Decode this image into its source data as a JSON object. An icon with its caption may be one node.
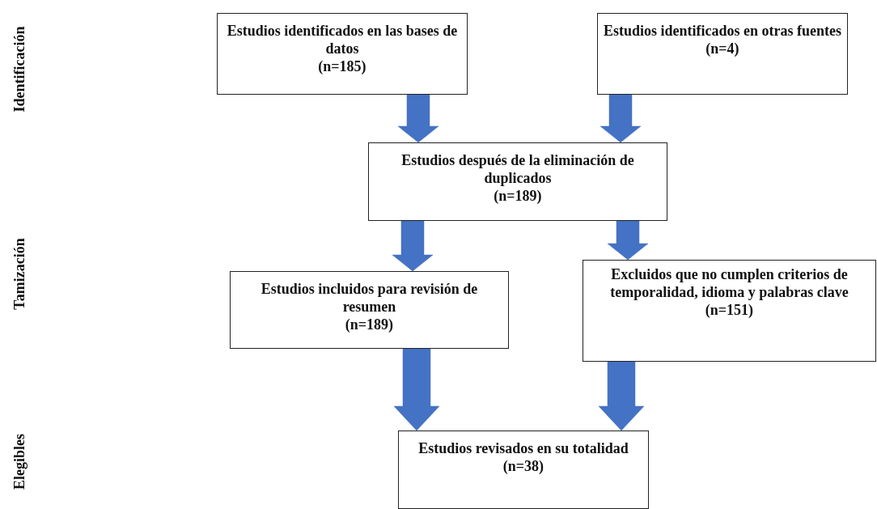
{
  "diagram": {
    "nodes": [
      {
        "text": [
          "Estudios identificados en las bases de datos",
          "(n=185)"
        ]
      },
      {
        "text": [
          "Estudios identificados en otras fuentes",
          "(n=4)"
        ]
      },
      {
        "text": [
          "Estudios después de la eliminación de duplicados",
          "(n=189)"
        ]
      },
      {
        "text": [
          "Estudios incluidos para revisión de resumen",
          "(n=189)"
        ]
      },
      {
        "text": [
          "Excluidos que no cumplen criterios de temporalidad, idioma y palabras clave",
          "(n=151)"
        ]
      },
      {
        "text": [
          "Estudios revisados en su totalidad",
          "(n=38)"
        ]
      }
    ],
    "edges": [
      {
        "from": 0,
        "to": 2,
        "arrow": "to"
      },
      {
        "from": 1,
        "to": 2,
        "arrow": "to"
      },
      {
        "from": 2,
        "to": 3,
        "arrow": "to"
      },
      {
        "from": 2,
        "to": 4,
        "arrow": "to"
      },
      {
        "from": 3,
        "to": 5,
        "arrow": "to"
      },
      {
        "from": 4,
        "to": 5,
        "arrow": "to"
      }
    ],
    "labels": [
      "Identificación",
      "Tamización",
      "Elegibles"
    ]
  }
}
